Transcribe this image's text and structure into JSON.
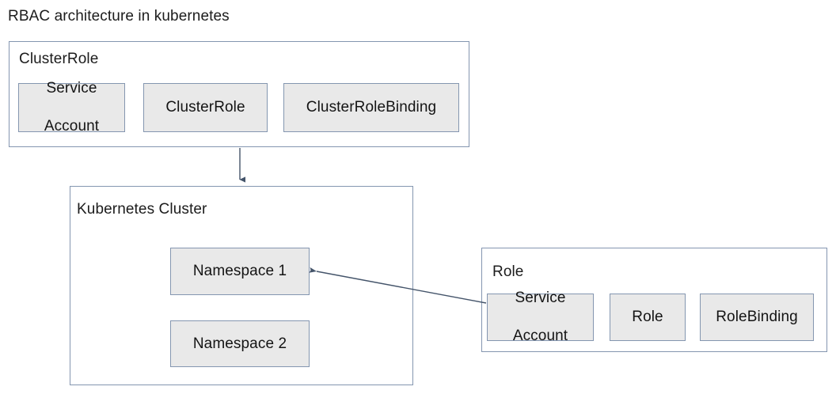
{
  "title": "RBAC architecture in kubernetes",
  "colors": {
    "container_border": "#8496b0",
    "node_fill": "#e9e9e9",
    "node_border": "#8496b0",
    "arrow": "#44546a",
    "text": "#1a1a1a",
    "background": "#ffffff"
  },
  "clusterrole_group": {
    "label": "ClusterRole",
    "nodes": [
      {
        "label": "Service\nAccount",
        "line1": "Service",
        "line2": "Account"
      },
      {
        "label": "ClusterRole",
        "line1": "ClusterRole",
        "line2": ""
      },
      {
        "label": "ClusterRoleBinding",
        "line1": "ClusterRoleBinding",
        "line2": ""
      }
    ]
  },
  "cluster_group": {
    "label": "Kubernetes Cluster",
    "nodes": [
      {
        "label": "Namespace 1"
      },
      {
        "label": "Namespace 2"
      }
    ]
  },
  "role_group": {
    "label": "Role",
    "nodes": [
      {
        "label": "Service\nAccount",
        "line1": "Service",
        "line2": "Account"
      },
      {
        "label": "Role",
        "line1": "Role",
        "line2": ""
      },
      {
        "label": "RoleBinding",
        "line1": "RoleBinding",
        "line2": ""
      }
    ]
  },
  "connectors": [
    {
      "name": "clusterrole-to-cluster",
      "from": "ClusterRole group",
      "to": "Kubernetes Cluster",
      "direction": "down"
    },
    {
      "name": "role-to-namespace1",
      "from": "Role group Service Account",
      "to": "Namespace 1",
      "direction": "left"
    }
  ]
}
